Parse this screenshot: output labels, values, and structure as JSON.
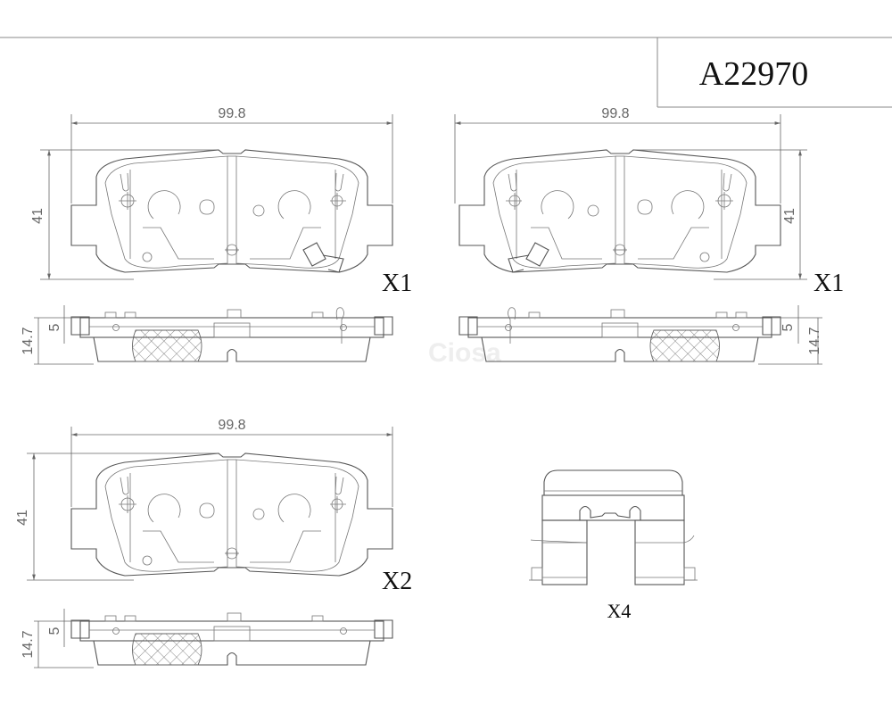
{
  "part_number": "A22970",
  "watermark": "Ciosa",
  "dimensions": {
    "width": "99.8",
    "height": "41",
    "thickness": "14.7",
    "plate": "5"
  },
  "quantities": {
    "pad_top_left": "X1",
    "pad_top_right": "X1",
    "pad_bottom": "X2",
    "clip": "X4"
  }
}
